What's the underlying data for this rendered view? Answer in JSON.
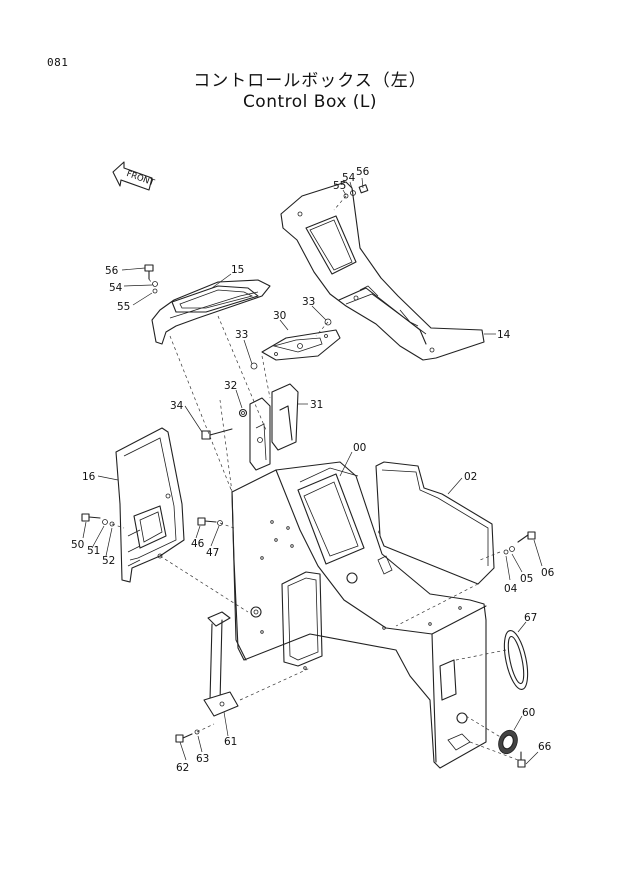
{
  "page": {
    "number": "081"
  },
  "title": {
    "japanese": "コントロールボックス（左）",
    "english": "Control Box (L)"
  },
  "front_arrow": {
    "label": "FRONT"
  },
  "callouts": {
    "c00": "00",
    "c02": "02",
    "c04": "04",
    "c05": "05",
    "c06": "06",
    "c14": "14",
    "c15": "15",
    "c16": "16",
    "c30": "30",
    "c31": "31",
    "c32": "32",
    "c33a": "33",
    "c33b": "33",
    "c34": "34",
    "c46": "46",
    "c47": "47",
    "c50": "50",
    "c51": "51",
    "c52": "52",
    "c54a": "54",
    "c54b": "54",
    "c55a": "55",
    "c55b": "55",
    "c56a": "56",
    "c56b": "56",
    "c60": "60",
    "c61": "61",
    "c62": "62",
    "c63": "63",
    "c66": "66",
    "c67": "67"
  }
}
